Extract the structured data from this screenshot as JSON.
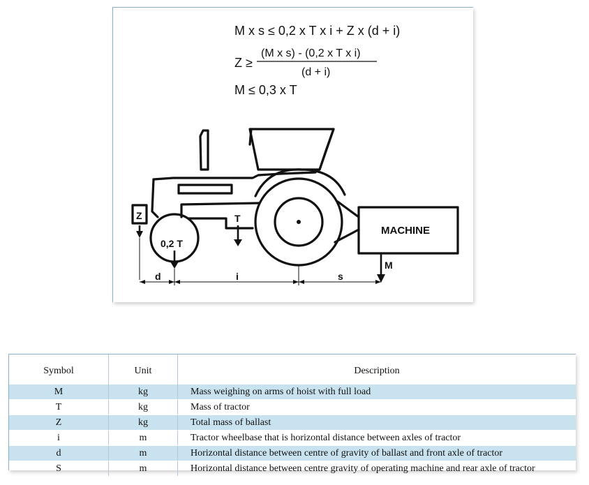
{
  "formulas": {
    "line1": "M x s ≤ 0,2 x T x i + Z x (d + i)",
    "line2_lhs": "Z ≥",
    "line2_num": "(M x s) - (0,2 x T x i)",
    "line2_den": "(d + i)",
    "line3": "M ≤ 0,3 x T"
  },
  "diagram": {
    "machine_label": "MACHINE",
    "z_label": "Z",
    "front_wheel_label": "0,2 T",
    "tractor_mass_label": "T",
    "machine_mass_label": "M",
    "dim_d": "d",
    "dim_i": "i",
    "dim_s": "s"
  },
  "table": {
    "headers": {
      "symbol": "Symbol",
      "unit": "Unit",
      "description": "Description"
    },
    "rows": [
      {
        "symbol": "M",
        "unit": "kg",
        "description": "Mass weighing on arms of hoist with full load"
      },
      {
        "symbol": "T",
        "unit": "kg",
        "description": "Mass of tractor"
      },
      {
        "symbol": "Z",
        "unit": "kg",
        "description": "Total mass of ballast"
      },
      {
        "symbol": "i",
        "unit": "m",
        "description": "Tractor wheelbase that is horizontal distance between axles of tractor"
      },
      {
        "symbol": "d",
        "unit": "m",
        "description": "Horizontal distance between centre of gravity of ballast and front axle of tractor"
      },
      {
        "symbol": "S",
        "unit": "m",
        "description": "Horizontal distance between centre gravity of operating machine and rear axle of tractor"
      }
    ]
  },
  "colors": {
    "panel_border": "#8ab0cc",
    "row_highlight": "#c9e2ef"
  }
}
